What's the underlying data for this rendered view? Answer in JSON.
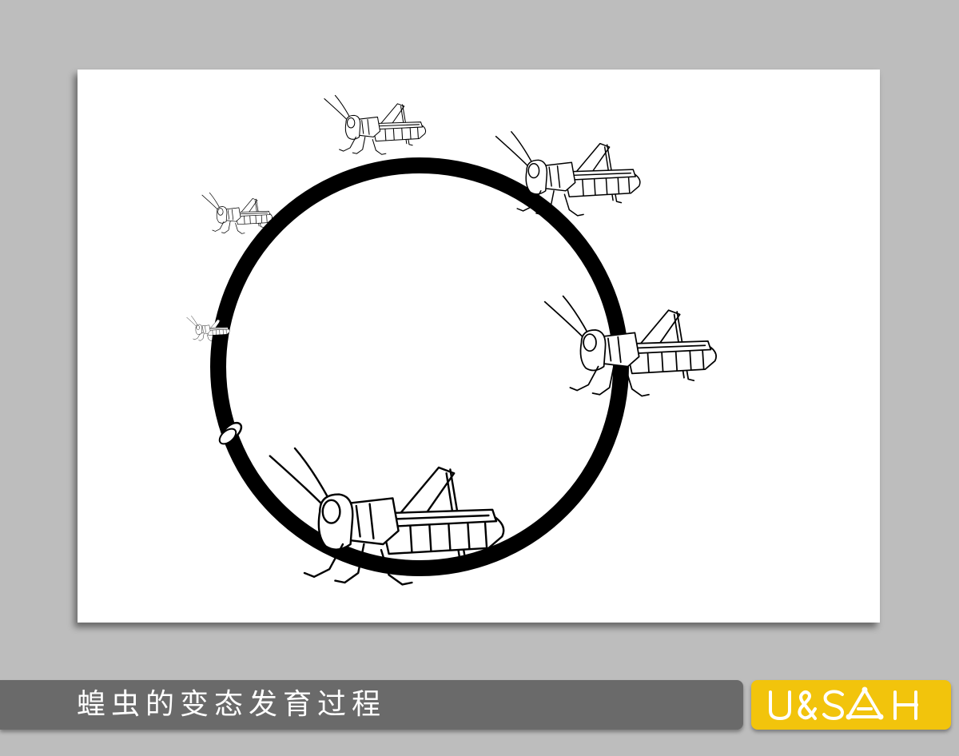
{
  "diagram": {
    "stages": [
      {
        "name": "egg"
      },
      {
        "name": "nymph-1"
      },
      {
        "name": "nymph-2"
      },
      {
        "name": "nymph-3"
      },
      {
        "name": "nymph-4"
      },
      {
        "name": "nymph-5"
      },
      {
        "name": "adult"
      }
    ]
  },
  "caption": {
    "text": "蝗虫的变态发育过程"
  },
  "logo": {
    "text": "U&SAH",
    "color": "#f2c40c"
  },
  "colors": {
    "background": "#bdbdbd",
    "card": "#ffffff",
    "ring": "#000000",
    "caption_bar": "#6a6a6a"
  }
}
